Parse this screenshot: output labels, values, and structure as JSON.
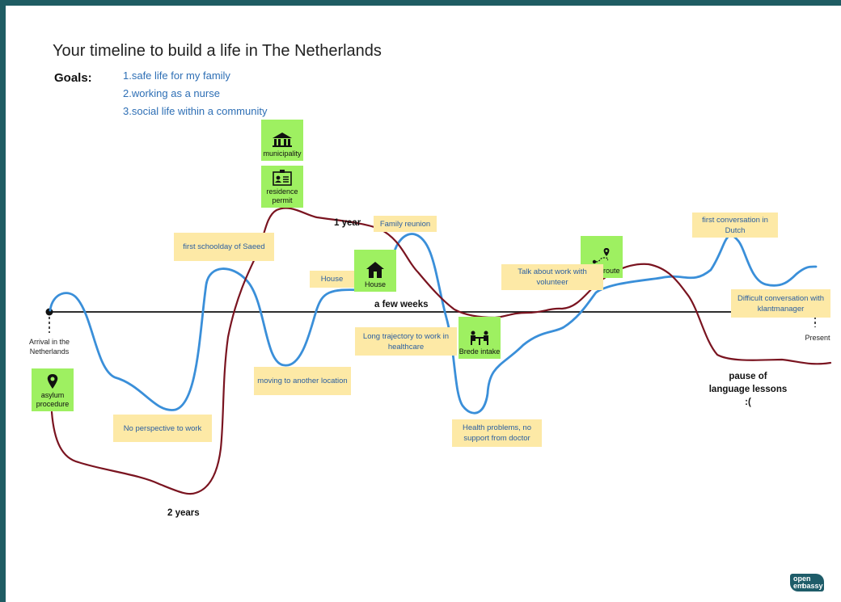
{
  "title": "Your timeline to build a life in The Netherlands",
  "goals": {
    "label": "Goals:",
    "items": [
      "1.safe life for my family",
      "2.working as a nurse",
      "3.social life within a community"
    ]
  },
  "timeline": {
    "start_label": "Arrival in the Netherlands",
    "end_label": "Present"
  },
  "tags": {
    "municipality": "municipality",
    "residence_permit": "residence permit",
    "house": "House",
    "pip_route": "PIP + route",
    "brede_intake": "Brede intake",
    "asylum_procedure": "asylum procedure"
  },
  "notes": {
    "first_schoolday": "first schoolday of Saeed",
    "family_reunion": "Family reunion",
    "house": "House",
    "first_conversation": "first conversation in Dutch",
    "talk_about_work": "Talk about work with volunteer",
    "difficult_conversation": "Difficult conversation with klantmanager",
    "long_trajectory": "Long trajectory to work in healthcare",
    "moving": "moving to another location",
    "no_perspective": "No perspective to work",
    "health_problems": "Health problems, no support from doctor"
  },
  "annotations": {
    "one_year": "1 year",
    "a_few_weeks": "a few weeks",
    "two_years": "2 years",
    "pause": "pause of language lessons :("
  },
  "logo": {
    "line1": "open",
    "line2": "em",
    "line3": "bassy"
  },
  "colors": {
    "frame": "#1f5c63",
    "blue_line": "#3a8fd9",
    "red_line": "#7a1420",
    "note_bg": "#fde9a6",
    "tag_bg": "#9ef061",
    "text_blue": "#2e6fb5"
  }
}
